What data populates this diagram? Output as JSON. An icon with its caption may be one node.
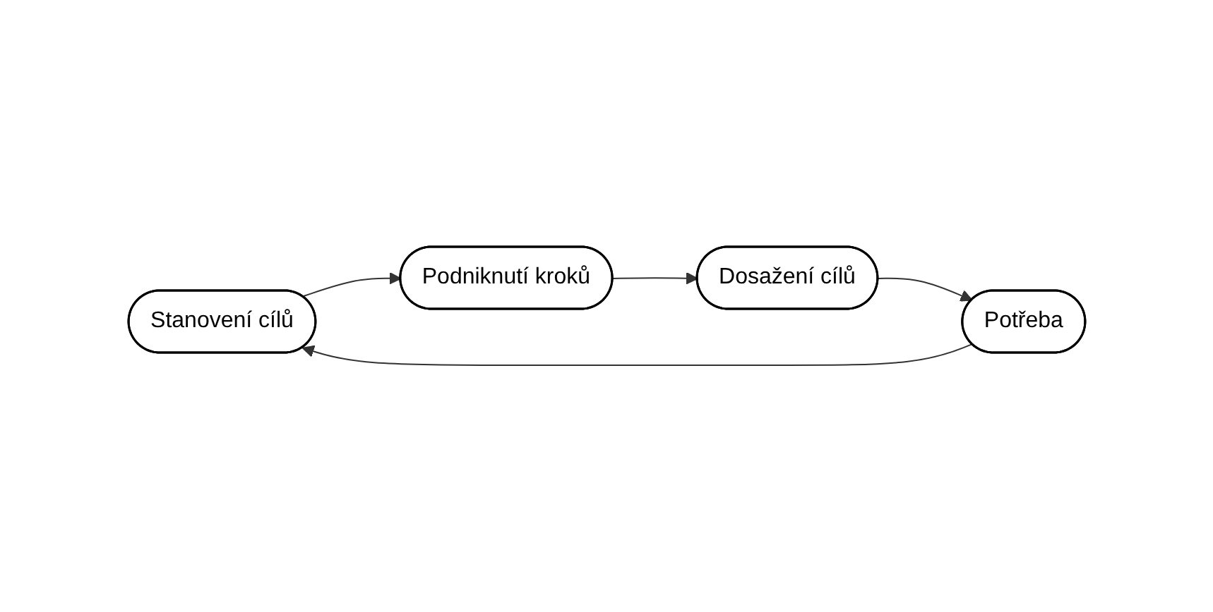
{
  "diagram": {
    "nodes": [
      {
        "text": [
          "Stanovení cílů"
        ]
      },
      {
        "text": [
          "Podniknutí kroků"
        ]
      },
      {
        "text": [
          "Dosažení cílů"
        ]
      },
      {
        "text": [
          "Potřeba"
        ]
      }
    ],
    "edges": [
      {
        "from": 0,
        "to": 1,
        "arrow": "to"
      },
      {
        "from": 1,
        "to": 2,
        "arrow": "to"
      },
      {
        "from": 2,
        "to": 3,
        "arrow": "to"
      },
      {
        "from": 3,
        "to": 0,
        "arrow": "to"
      }
    ]
  }
}
